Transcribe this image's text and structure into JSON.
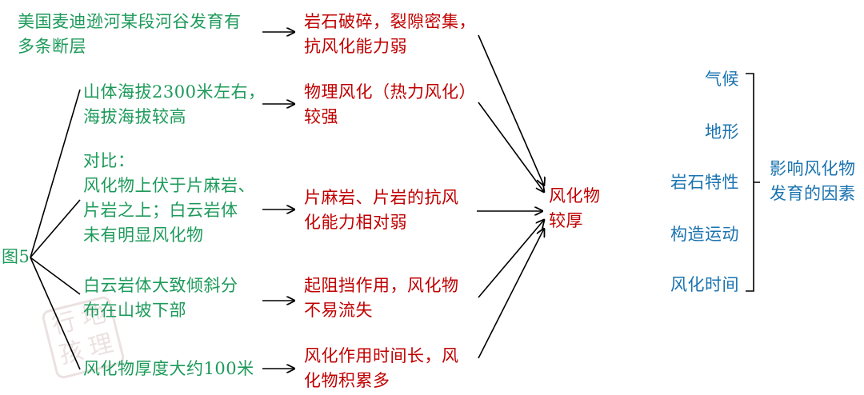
{
  "root": {
    "label": "图5"
  },
  "evidence": [
    {
      "lines": [
        "美国麦迪逊河某段河谷发育有",
        "多条断层"
      ]
    },
    {
      "lines": [
        "山体海拔2300米左右，",
        "海拔海拔较高"
      ]
    },
    {
      "lines": [
        "对比：",
        "风化物上伏于片麻岩、",
        "片岩之上；白云岩体",
        "未有明显风化物"
      ]
    },
    {
      "lines": [
        "白云岩体大致倾斜分",
        "布在山坡下部"
      ]
    },
    {
      "lines": [
        "风化物厚度大约100米"
      ]
    }
  ],
  "causes": [
    {
      "lines": [
        "岩石破碎，裂隙密集，",
        "抗风化能力弱"
      ]
    },
    {
      "lines": [
        "物理风化（热力风化）",
        "较强"
      ]
    },
    {
      "lines": [
        "片麻岩、片岩的抗风",
        "化能力相对弱"
      ]
    },
    {
      "lines": [
        "起阻挡作用，风化物",
        "不易流失"
      ]
    },
    {
      "lines": [
        "风化作用时间长，风",
        "化物积累多"
      ]
    }
  ],
  "result": {
    "lines": [
      "风化物",
      "较厚"
    ]
  },
  "factors": {
    "items": [
      "气候",
      "地形",
      "岩石特性",
      "构造运动",
      "风化时间"
    ],
    "summary_lines": [
      "影响风化物",
      "发育的因素"
    ]
  },
  "watermark": {
    "chars": [
      "行",
      "地",
      "孩",
      "理"
    ]
  },
  "colors": {
    "evidence": "#1d9a5a",
    "cause": "#c00000",
    "factor": "#1a73b0",
    "line": "#000000"
  }
}
